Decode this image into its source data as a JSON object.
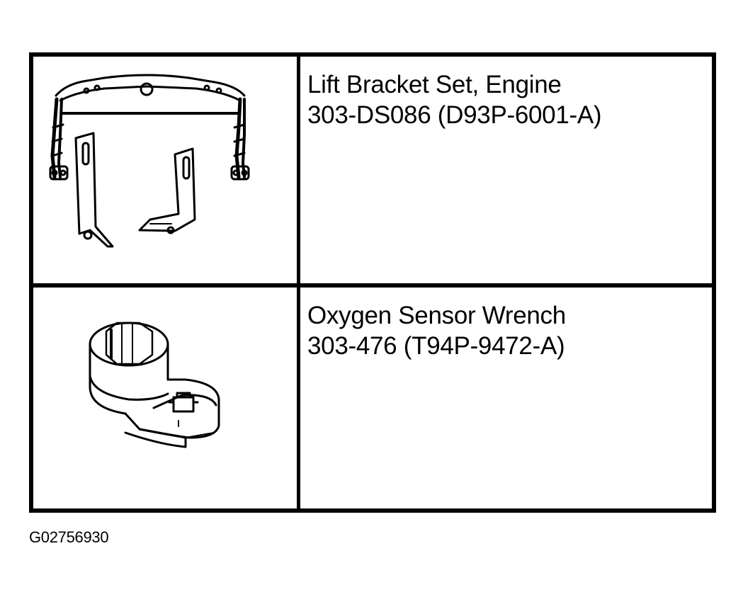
{
  "tools": [
    {
      "name": "Lift Bracket Set, Engine",
      "number": "303-DS086 (D93P-6001-A)",
      "icon": "lift-bracket-set-illustration"
    },
    {
      "name": "Oxygen Sensor Wrench",
      "number": "303-476 (T94P-9472-A)",
      "icon": "oxygen-sensor-wrench-illustration"
    }
  ],
  "figure_id": "G02756930"
}
